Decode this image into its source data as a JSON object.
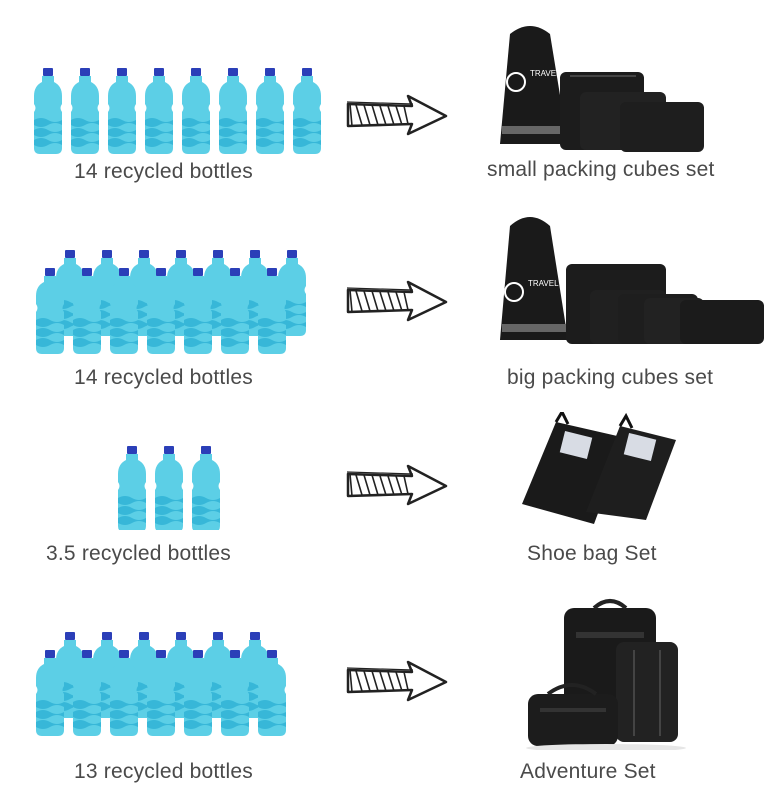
{
  "rows": [
    {
      "caption": "14 recycled bottles",
      "product": "small packing cubes set",
      "bag_brand": "TRAVEL DUDE"
    },
    {
      "caption": "14 recycled bottles",
      "product": "big packing cubes set",
      "bag_brand": "TRAVEL DUDE"
    },
    {
      "caption": "3.5 recycled bottles",
      "product": "Shoe bag Set"
    },
    {
      "caption": "13 recycled bottles",
      "product": "Adventure Set"
    }
  ],
  "colors": {
    "bottle_body": "#5ccfe6",
    "bottle_stripe": "#37b7d8",
    "bottle_cap": "#2b3fb8",
    "bag": "#1a1a1a",
    "text": "#4a4a4a"
  },
  "icons": [
    "water-bottle-icon",
    "sketch-arrow-icon",
    "drawstring-bag-icon",
    "packing-cube-icon",
    "shoe-bag-icon",
    "backpack-icon"
  ]
}
